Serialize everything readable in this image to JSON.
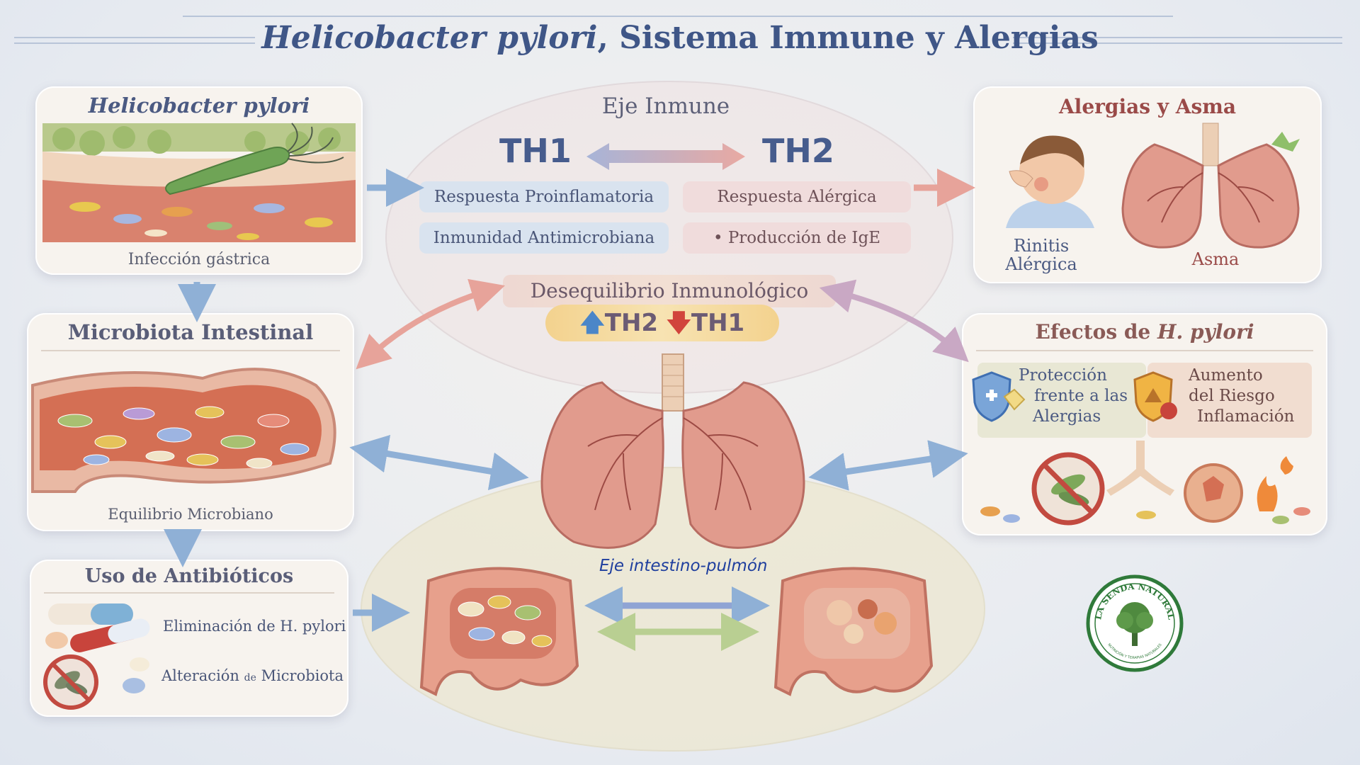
{
  "title": {
    "italic_part": "Helicobacter pylori",
    "rest": ", Sistema Immune y Alergias"
  },
  "hpylori": {
    "title": "Helicobacter pylori",
    "caption": "Infección gástrica"
  },
  "microbiota": {
    "title": "Microbiota Intestinal",
    "caption": "Equilibrio Microbiano"
  },
  "antibiotics": {
    "title": "Uso de Antibióticos",
    "item1": "Eliminación de H. pylori",
    "item2_a": "Alteración ",
    "item2_b": "de",
    "item2_c": " Microbiota"
  },
  "immune": {
    "title": "Eje Inmune",
    "th1": "TH1",
    "th2": "TH2",
    "resp_pro": "Respuesta Proinflamatoria",
    "resp_alerg": "Respuesta Alérgica",
    "inmunidad": "Inmunidad Antimicrobiana",
    "ige": "• Producción de IgE",
    "deseq": "Desequilibrio Inmunológico",
    "th2_up": "TH2",
    "th1_down": "TH1"
  },
  "allergies": {
    "title": "Alergias y Asma",
    "rinitis_1": "Rinitis",
    "rinitis_2": "Alérgica",
    "asma": "Asma"
  },
  "effects": {
    "title_a": "Efectos de ",
    "title_b": "H. pylori",
    "prot_1": "Protección",
    "prot_2": "frente a  las",
    "prot_3": "Alergias",
    "risk_1": "Aumento",
    "risk_2": "del Riesgo",
    "risk_3": "Inflamación"
  },
  "gut_lung": {
    "label": "Eje intestino-pulmón"
  },
  "logo": {
    "text": "LA SENDA NATURAL",
    "sub": "NUTRICIÓN Y TERAPIAS NATURALES"
  },
  "colors": {
    "blue_arrow": "#8fb0d6",
    "pink_arrow": "#e7a39a",
    "title": "#3f5687",
    "card": "#f7f3ee"
  }
}
